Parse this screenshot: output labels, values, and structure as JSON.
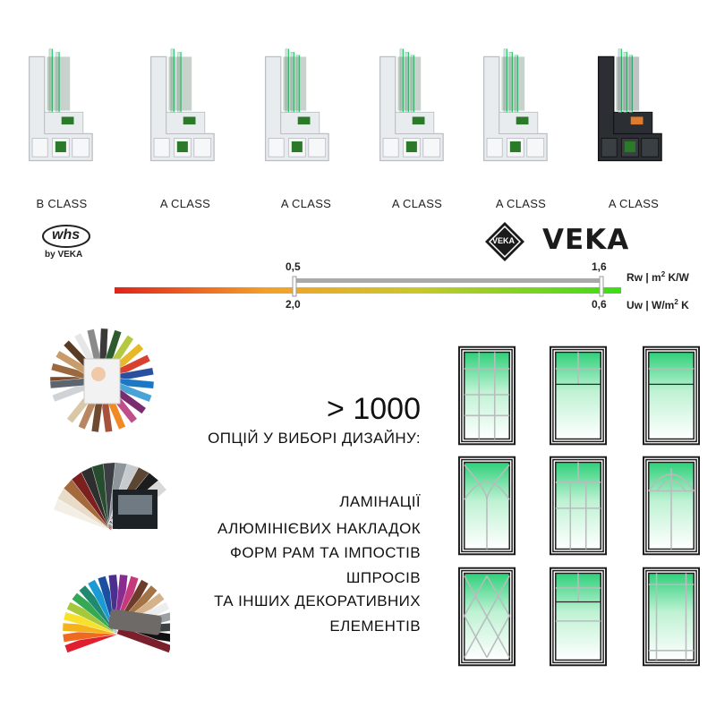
{
  "profiles": [
    {
      "label": "B CLASS",
      "dark": false,
      "glass": 2
    },
    {
      "label": "A CLASS",
      "dark": false,
      "glass": 2
    },
    {
      "label": "A CLASS",
      "dark": false,
      "glass": 3
    },
    {
      "label": "A CLASS",
      "dark": false,
      "glass": 3
    },
    {
      "label": "A CLASS",
      "dark": false,
      "glass": 3
    },
    {
      "label": "A CLASS",
      "dark": true,
      "glass": 3
    }
  ],
  "brands": {
    "whs_logo": "whs",
    "whs_by": "by VEKA",
    "veka_emblem": "VEKA",
    "veka_word": "VEKA"
  },
  "scale": {
    "rw_min": "0,5",
    "rw_max": "1,6",
    "uw_max": "2,0",
    "uw_min": "0,6",
    "rw_unit_prefix": "Rw | m",
    "rw_unit_exp": "2",
    "rw_unit_suffix": " K/W",
    "uw_unit_prefix": "Uw | W/m",
    "uw_unit_exp": "2",
    "uw_unit_suffix": " K"
  },
  "design": {
    "headline": "> 1000",
    "subline": "ОПЦІЙ У ВИБОРІ ДИЗАЙНУ:",
    "options": [
      "ЛАМІНАЦІЇ",
      "АЛЮМІНІЄВИХ НАКЛАДОК",
      "ФОРМ РАМ ТА ІМПОСТІВ",
      "ШПРОСІВ",
      "ТА ІНШИХ ДЕКОРАТИВНИХ",
      "ЕЛЕМЕНТІВ"
    ]
  },
  "windows": [
    "grid-top-bars",
    "grid-top-cross",
    "grid-top-bar",
    "arc-fan",
    "grid-three-cols",
    "arc-radial",
    "diamond",
    "grid-top-cross-bar",
    "margin-frame"
  ],
  "colors": {
    "green": "#3ddc84",
    "glass_green": "#2ecc71",
    "frame_dark": "#1b1b1b",
    "profile_dark": "#2b2f33"
  }
}
